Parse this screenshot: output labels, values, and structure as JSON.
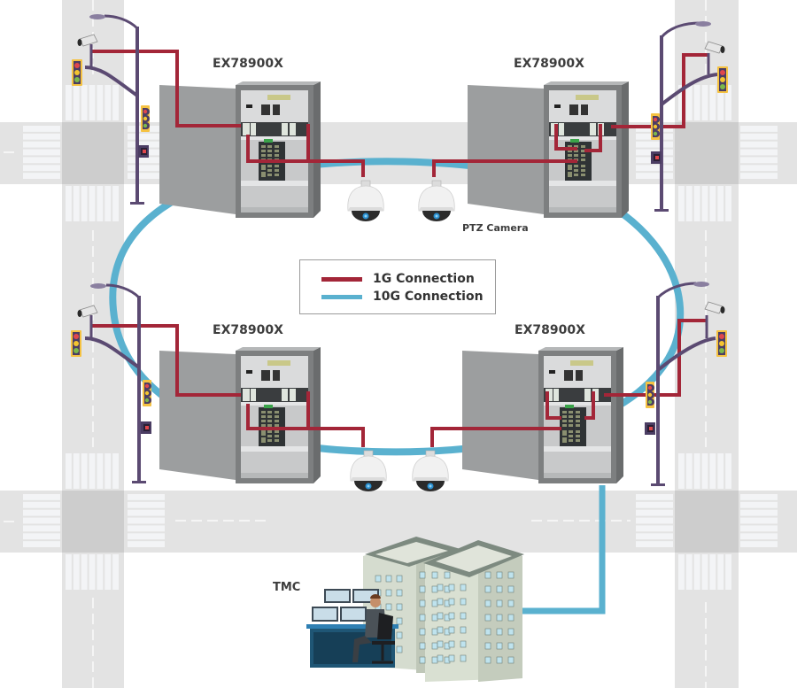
{
  "diagram": {
    "type": "network-topology",
    "colors": {
      "link_1g": "#a32638",
      "link_10g": "#5ab1cf",
      "road": "#e3e3e3",
      "intersection": "#cdcdcd",
      "crosswalk": "#f3f4f6",
      "pole": "#5b4a72",
      "cabinet": "#9a9c9d",
      "signal_housing": "#f5c242"
    },
    "cabinets": [
      {
        "id": "cab-top-left",
        "label": "EX78900X"
      },
      {
        "id": "cab-top-right",
        "label": "EX78900X"
      },
      {
        "id": "cab-bottom-left",
        "label": "EX78900X"
      },
      {
        "id": "cab-bottom-right",
        "label": "EX78900X"
      }
    ],
    "cameras": {
      "label": "PTZ Camera",
      "count": 4
    },
    "control_center": {
      "label": "TMC"
    },
    "legend": {
      "items": [
        {
          "label": "1G Connection",
          "color": "#a32638"
        },
        {
          "label": "10G Connection",
          "color": "#5ab1cf"
        }
      ]
    },
    "links": [
      {
        "from": "cab-top-left",
        "to": "cab-top-right",
        "type": "10G",
        "topology": "ring"
      },
      {
        "from": "cab-top-right",
        "to": "cab-bottom-right",
        "type": "10G",
        "topology": "ring"
      },
      {
        "from": "cab-bottom-right",
        "to": "cab-bottom-left",
        "type": "10G",
        "topology": "ring"
      },
      {
        "from": "cab-bottom-left",
        "to": "cab-top-left",
        "type": "10G",
        "topology": "ring"
      },
      {
        "from": "cab-bottom-right",
        "to": "TMC",
        "type": "10G"
      },
      {
        "from": "cab-top-left",
        "to": "ptz-camera-1",
        "type": "1G"
      },
      {
        "from": "cab-top-right",
        "to": "ptz-camera-2",
        "type": "1G"
      },
      {
        "from": "cab-bottom-left",
        "to": "ptz-camera-3",
        "type": "1G"
      },
      {
        "from": "cab-bottom-right",
        "to": "ptz-camera-4",
        "type": "1G"
      },
      {
        "from": "cab-top-left",
        "to": "traffic-pole-top-left",
        "type": "1G"
      },
      {
        "from": "cab-top-right",
        "to": "traffic-pole-top-right",
        "type": "1G"
      },
      {
        "from": "cab-bottom-left",
        "to": "traffic-pole-bottom-left",
        "type": "1G"
      },
      {
        "from": "cab-bottom-right",
        "to": "traffic-pole-bottom-right",
        "type": "1G"
      }
    ]
  }
}
